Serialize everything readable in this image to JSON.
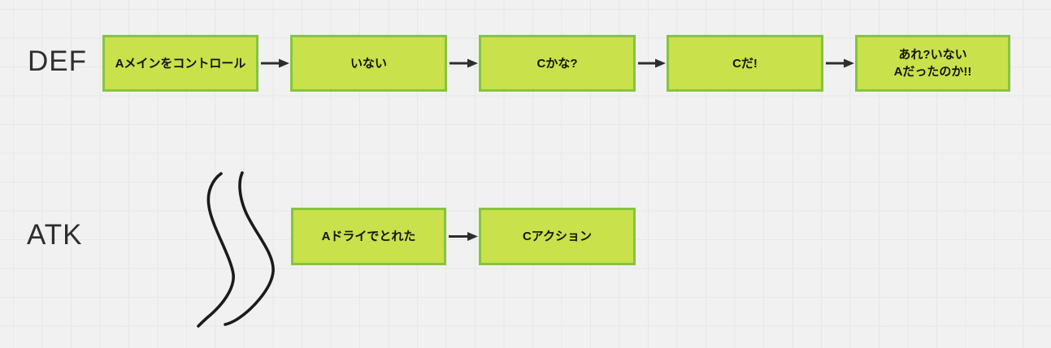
{
  "diagram": {
    "rows": [
      {
        "label": "DEF",
        "nodes": [
          {
            "lines": [
              "Aメインをコントロール"
            ]
          },
          {
            "lines": [
              "いない"
            ]
          },
          {
            "lines": [
              "Cかな?"
            ]
          },
          {
            "lines": [
              "Cだ!"
            ]
          },
          {
            "lines": [
              "あれ?いない",
              "Aだったのか!!"
            ]
          }
        ]
      },
      {
        "label": "ATK",
        "nodes": [
          {
            "lines": [
              "Aドライでとれた"
            ]
          },
          {
            "lines": [
              "Cアクション"
            ]
          }
        ]
      }
    ],
    "colors": {
      "background": "#f1f1f1",
      "grid_line": "#e7e7e7",
      "node_fill": "#c9e14a",
      "node_border": "#86c440",
      "arrow": "#2d2d2d",
      "freehand_ink": "#1b1b1b",
      "label_text": "#2e2e2e",
      "node_text": "#141414"
    }
  }
}
